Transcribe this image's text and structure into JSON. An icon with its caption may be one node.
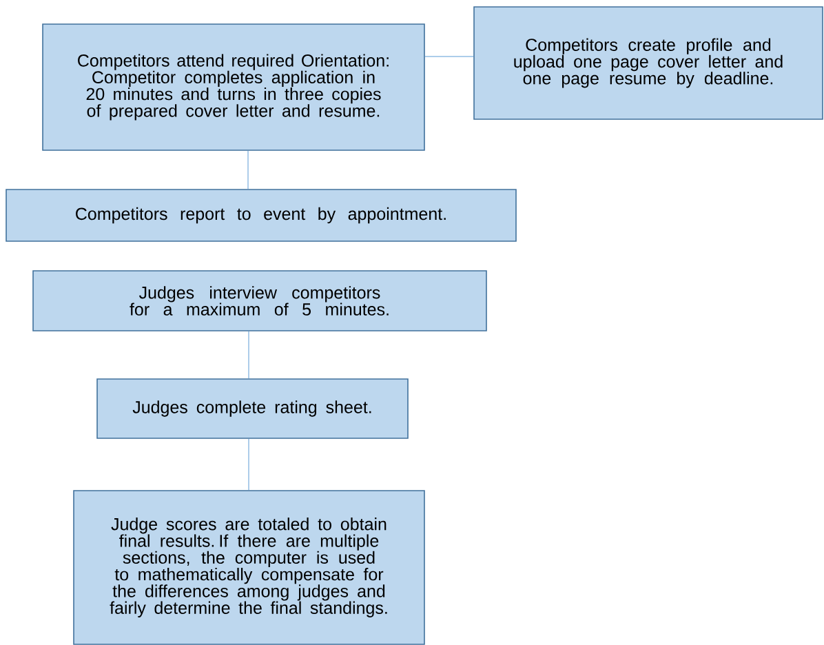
{
  "diagram": {
    "nodes": [
      {
        "text": [
          "Competitors attend required Orientation: Competitor completes application in 20 minutes and turns in three copies of prepared cover letter and resume."
        ]
      },
      {
        "text": [
          "Competitors create profile and upload one page cover letter and one page resume by deadline."
        ]
      },
      {
        "text": [
          "Competitors report to event by appointment."
        ]
      },
      {
        "text": [
          "Judges interview competitors for a maximum of 5 minutes."
        ]
      },
      {
        "text": [
          "Judges complete rating sheet."
        ]
      },
      {
        "text": [
          "Judge scores are totaled to obtain final results.  If there are multiple sections, the computer is used to mathematically compensate for the differences among judges and fairly determine the final standings."
        ]
      }
    ],
    "edges": [
      {
        "from": 0,
        "to": 1,
        "arrow": "none"
      },
      {
        "from": 0,
        "to": 2,
        "arrow": "none"
      },
      {
        "from": 3,
        "to": 4,
        "arrow": "none"
      },
      {
        "from": 4,
        "to": 5,
        "arrow": "none"
      }
    ]
  }
}
